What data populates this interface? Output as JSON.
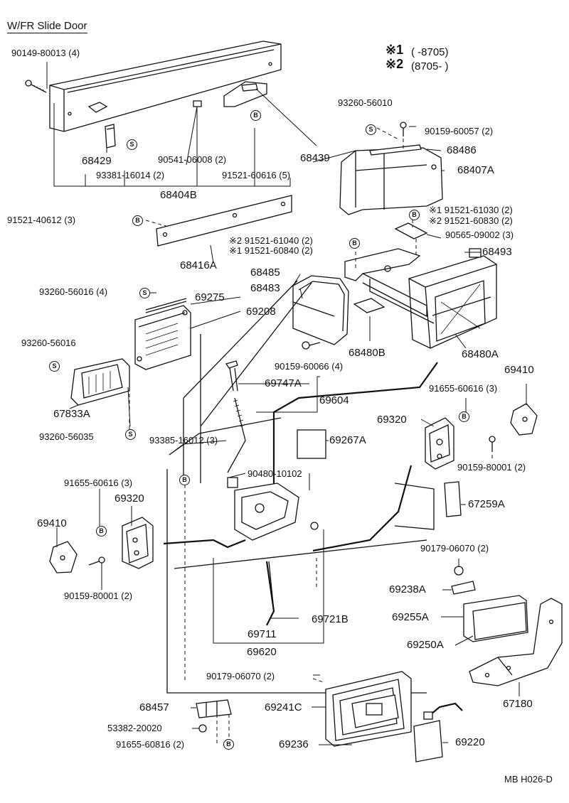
{
  "header": {
    "title": "W/FR Slide Door",
    "note1_mark": "※1",
    "note1_range": "(        -8705)",
    "note2_mark": "※2",
    "note2_range": "(8705-          )"
  },
  "footer": {
    "code": "MB H026-D"
  },
  "badges": {
    "s": "S",
    "b": "B"
  },
  "callouts": {
    "p90149": "90149-80013 (4)",
    "p68429": "68429",
    "p93381": "93381-16014 (2)",
    "p90541": "90541-06008 (2)",
    "p91521_616": "91521-60616 (5)",
    "p68439": "68439",
    "p68404B": "68404B",
    "p93260_010": "93260-56010",
    "p90159_057": "90159-60057 (2)",
    "p68486": "68486",
    "p68407A": "68407A",
    "p91521_40612": "91521-40612 (3)",
    "p68416A": "68416A",
    "p91521_61030": "※1 91521-61030 (2)",
    "p91521_60830": "※2 91521-60830 (2)",
    "p90565": "90565-09002 (3)",
    "p91521_61040": "※2 91521-61040 (2)",
    "p91521_60840": "※1 91521-60840 (2)",
    "p68493": "68493",
    "p68485": "68485",
    "p68483": "68483",
    "p93260_016a": "93260-56016 (4)",
    "p69275": "69275",
    "p69208": "69208",
    "p93260_016b": "93260-56016",
    "p90159_066": "90159-60066 (4)",
    "p68480B": "68480B",
    "p68480A": "68480A",
    "p69410a": "69410",
    "p67833A": "67833A",
    "p69747A": "69747A",
    "p69604": "69604",
    "p91655_616a": "91655-60616 (3)",
    "p69320a": "69320",
    "p93260_035": "93260-56035",
    "p93385": "93385-16012 (3)",
    "p69267A": "69267A",
    "p90480": "90480-10102",
    "p90159_80001a": "90159-80001 (2)",
    "p91655_616b": "91655-60616 (3)",
    "p69320b": "69320",
    "p67259A": "67259A",
    "p69410b": "69410",
    "p90179_070a": "90179-06070 (2)",
    "p90159_80001b": "90159-80001 (2)",
    "p69238A": "69238A",
    "p69255A": "69255A",
    "p69711": "69711",
    "p69721B": "69721B",
    "p69250A": "69250A",
    "p69620": "69620",
    "p90179_070b": "90179-06070 (2)",
    "p67180": "67180",
    "p68457": "68457",
    "p69241C": "69241C",
    "p53382": "53382-20020",
    "p91655_816": "91655-60816 (2)",
    "p69236": "69236",
    "p69220": "69220"
  }
}
